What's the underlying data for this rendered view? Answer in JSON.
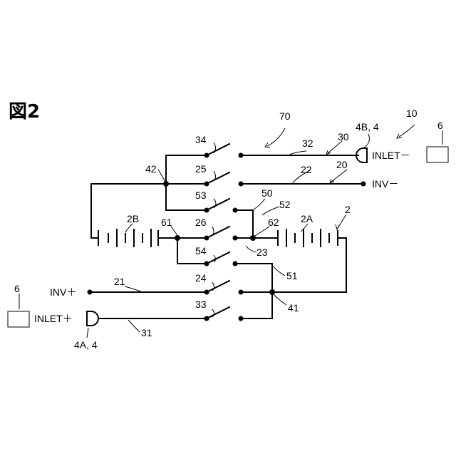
{
  "figure": {
    "title": "図2"
  },
  "labels": {
    "n70": "70",
    "n10": "10",
    "n6_right": "6",
    "n34": "34",
    "n32": "32",
    "n30": "30",
    "n4b4": "4B, 4",
    "inlet_minus": "INLET－",
    "n42": "42",
    "n25": "25",
    "n22": "22",
    "n20": "20",
    "inv_minus": "INV－",
    "n53": "53",
    "n50": "50",
    "n52": "52",
    "n2": "2",
    "n2b": "2B",
    "n61": "61",
    "n26": "26",
    "n62": "62",
    "n2a": "2A",
    "n23": "23",
    "n54": "54",
    "n51": "51",
    "n6_left": "6",
    "inv_plus": "INV＋",
    "n21": "21",
    "n24": "24",
    "n33": "33",
    "n41": "41",
    "inlet_plus": "INLET＋",
    "n31": "31",
    "n4a4": "4A, 4"
  }
}
